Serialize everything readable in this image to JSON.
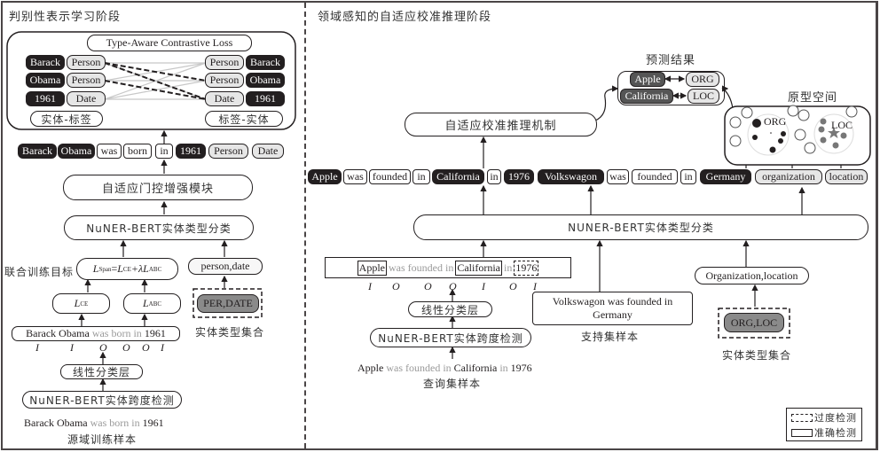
{
  "left_panel": {
    "title": "判别性表示学习阶段",
    "contrastive": {
      "title": "Type-Aware Contrastive Loss",
      "left_rows": [
        {
          "entity": "Barack",
          "label": "Person"
        },
        {
          "entity": "Obama",
          "label": "Person"
        },
        {
          "entity": "1961",
          "label": "Date"
        }
      ],
      "right_rows": [
        {
          "label": "Person",
          "entity": "Barack"
        },
        {
          "label": "Person",
          "entity": "Obama"
        },
        {
          "label": "Date",
          "entity": "1961"
        }
      ],
      "left_caption": "实体-标签",
      "right_caption": "标签-实体"
    },
    "token_row": [
      "Barack",
      "Obama",
      "was",
      "born",
      "in",
      "1961",
      "Person",
      "Date"
    ],
    "gate_module": "自适应门控增强模块",
    "type_classifier": "NuNER-BERT实体类型分类",
    "joint_objective_label": "联合训练目标",
    "joint_objective": {
      "L": "L",
      "span_sub": "Span",
      "eq": "=",
      "ce_sub": "CE",
      "plus": "+λ",
      "abc_sub": "ABC"
    },
    "loss_ce": {
      "L": "L",
      "sub": "CE"
    },
    "loss_abc": {
      "L": "L",
      "sub": "ABC"
    },
    "type_names": "person,date",
    "type_set": "PER,DATE",
    "type_set_caption": "实体类型集合",
    "span_sentence": {
      "bold1": "Barack Obama",
      "gray": " was born in ",
      "bold2": "1961"
    },
    "iob_tags": [
      "I",
      "I",
      "O",
      "O",
      "O",
      "I"
    ],
    "linear_layer": "线性分类层",
    "span_detector": "NuNER-BERT实体跨度检测",
    "source_sentence": {
      "bold1": "Barack Obama",
      "gray": " was born in ",
      "bold2": "1961"
    },
    "source_caption": "源域训练样本"
  },
  "right_panel": {
    "title": "领域感知的自适应校准推理阶段",
    "prediction_title": "预测结果",
    "predictions": [
      {
        "entity": "Apple",
        "type": "ORG"
      },
      {
        "entity": "California",
        "type": "LOC"
      }
    ],
    "prototype_title": "原型空间",
    "prototypes": [
      "ORG",
      "LOC"
    ],
    "calibration": "自适应校准推理机制",
    "token_row": [
      {
        "text": "Apple",
        "kind": "ent"
      },
      {
        "text": "was",
        "kind": "plain"
      },
      {
        "text": "founded",
        "kind": "plain"
      },
      {
        "text": "in",
        "kind": "plain"
      },
      {
        "text": "California",
        "kind": "ent"
      },
      {
        "text": "in",
        "kind": "plain"
      },
      {
        "text": "1976",
        "kind": "ent"
      },
      {
        "text": "Volkswagon",
        "kind": "ent"
      },
      {
        "text": "was",
        "kind": "plain"
      },
      {
        "text": "founded",
        "kind": "plain"
      },
      {
        "text": "in",
        "kind": "plain"
      },
      {
        "text": "Germany",
        "kind": "ent"
      },
      {
        "text": "organization",
        "kind": "lab"
      },
      {
        "text": "location",
        "kind": "lab"
      }
    ],
    "type_classifier": "NUNER-BERT实体类型分类",
    "query_detected": {
      "w1": "Apple",
      "g1": "was founded in",
      "w2": "California",
      "g2": "in",
      "w3": "1976"
    },
    "iob_tags": [
      "I",
      "O",
      "O",
      "O",
      "I",
      "O",
      "I"
    ],
    "linear_layer": "线性分类层",
    "span_detector": "NuNER-BERT实体跨度检测",
    "query_sentence": {
      "b1": "Apple",
      "g1": " was founded in ",
      "b2": "California",
      "g2": " in ",
      "b3": "1976"
    },
    "query_caption": "查询集样本",
    "support_sentence": "Volkswagon was founded in Germany",
    "support_caption": "支持集样本",
    "type_names": "Organization,location",
    "type_set": "ORG,LOC",
    "type_set_caption": "实体类型集合",
    "legend": [
      {
        "style": "dashed",
        "label": "过度检测"
      },
      {
        "style": "solid",
        "label": "准确检测"
      }
    ]
  }
}
